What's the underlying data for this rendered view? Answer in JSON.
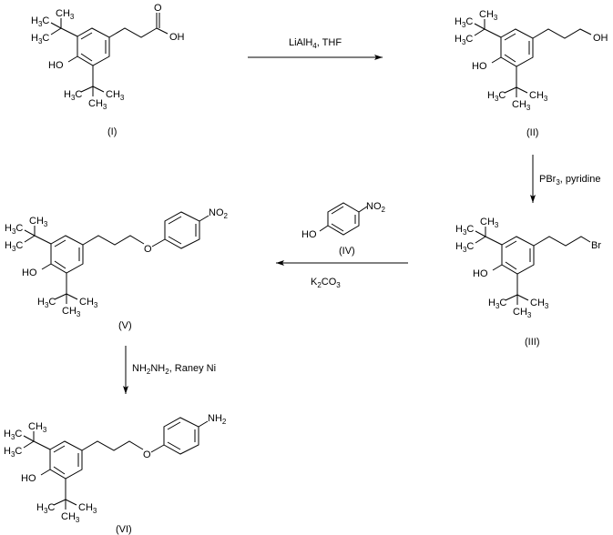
{
  "scheme": {
    "compounds": [
      {
        "id": "I",
        "label": "(I)",
        "substituent": "OH",
        "carbonyl_o": "O"
      },
      {
        "id": "II",
        "label": "(II)",
        "substituent": "OH"
      },
      {
        "id": "III",
        "label": "(III)",
        "substituent": "Br"
      },
      {
        "id": "IV",
        "label": "(IV)",
        "group": "NO",
        "group_sub": "2",
        "hydroxyl": "HO"
      },
      {
        "id": "V",
        "label": "(V)",
        "group": "NO",
        "group_sub": "2",
        "ether_o": "O"
      },
      {
        "id": "VI",
        "label": "(VI)",
        "group": "NH",
        "group_sub": "2",
        "ether_o": "O"
      }
    ],
    "common": {
      "hydroxyl": "HO",
      "ch3": "CH",
      "h3c_h": "H",
      "h3c_c": "C",
      "sub3": "3"
    },
    "reagents": {
      "step1_a": "LiAlH",
      "step1_sub": "4",
      "step1_b": ", THF",
      "step2_a": "PBr",
      "step2_sub": "3",
      "step2_b": ", pyridine",
      "step3_a": "K",
      "step3_sub1": "2",
      "step3_b": "CO",
      "step3_sub2": "3",
      "step4_a": "NH",
      "step4_sub1": "2",
      "step4_b": "NH",
      "step4_sub2": "2",
      "step4_c": ", Raney Ni"
    }
  }
}
